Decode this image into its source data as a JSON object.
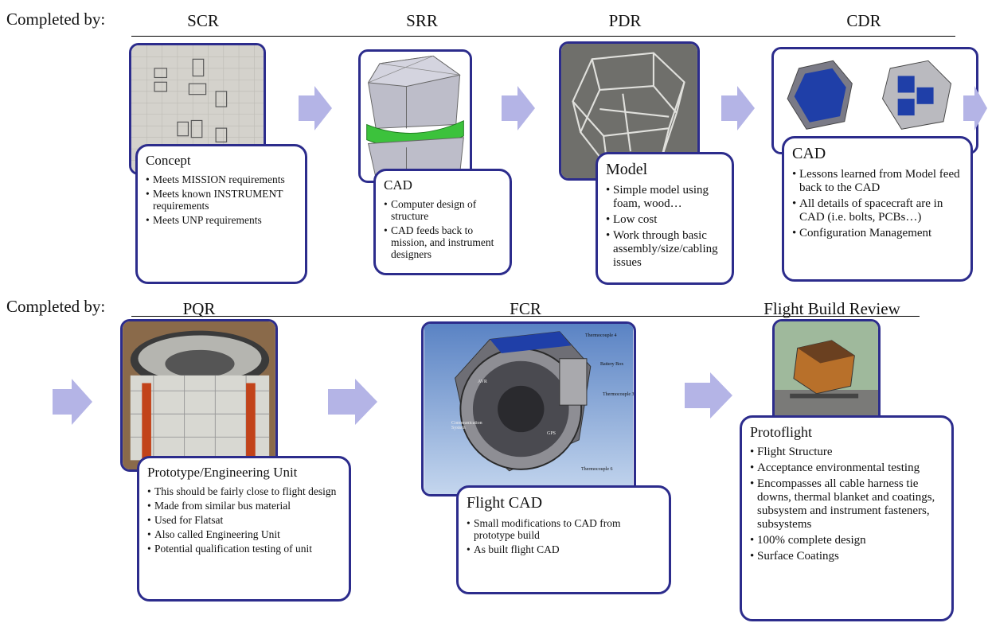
{
  "row1": {
    "completed_by": "Completed by:",
    "stages": [
      "SCR",
      "SRR",
      "PDR",
      "CDR"
    ],
    "cards": [
      {
        "title": "Concept",
        "items": [
          "Meets MISSION requirements",
          "Meets known INSTRUMENT requirements",
          "Meets UNP requirements"
        ]
      },
      {
        "title": "CAD",
        "items": [
          "Computer design of structure",
          "CAD feeds back to mission, and instrument designers"
        ]
      },
      {
        "title": "Model",
        "items": [
          "Simple model using foam, wood…",
          "Low cost",
          "Work through basic assembly/size/cabling issues"
        ]
      },
      {
        "title": "CAD",
        "items": [
          "Lessons learned from Model feed back to the CAD",
          "All details of spacecraft are in CAD (i.e. bolts, PCBs…)",
          "Configuration Management"
        ]
      }
    ]
  },
  "row2": {
    "completed_by": "Completed by:",
    "stages": [
      "PQR",
      "FCR",
      "Flight Build Review"
    ],
    "cards": [
      {
        "title": "Prototype/Engineering Unit",
        "items": [
          "This should be fairly close to flight design",
          "Made from similar bus material",
          "Used for Flatsat",
          "Also called Engineering Unit",
          "Potential qualification testing of unit"
        ]
      },
      {
        "title": "Flight CAD",
        "items": [
          "Small modifications to CAD from prototype build",
          "As built flight CAD"
        ]
      },
      {
        "title": "Protoflight",
        "items": [
          "Flight Structure",
          "Acceptance environmental testing",
          "Encompasses all cable harness tie downs, thermal blanket and coatings, subsystem and instrument fasteners, subsystems",
          "100% complete design",
          "Surface Coatings"
        ]
      }
    ]
  },
  "fcr_image_labels": {
    "thermocouple_top": "Thermocouple 4",
    "battery_box": "Battery Box",
    "thermocouple_right": "Thermocouple 3",
    "avr": "AVR",
    "gps": "GPS",
    "comm_system": "Communication System",
    "thermocouple_bottom": "Thermocouple 6"
  },
  "colors": {
    "border": "#2c2c8c",
    "arrow": "#b4b4e6"
  }
}
